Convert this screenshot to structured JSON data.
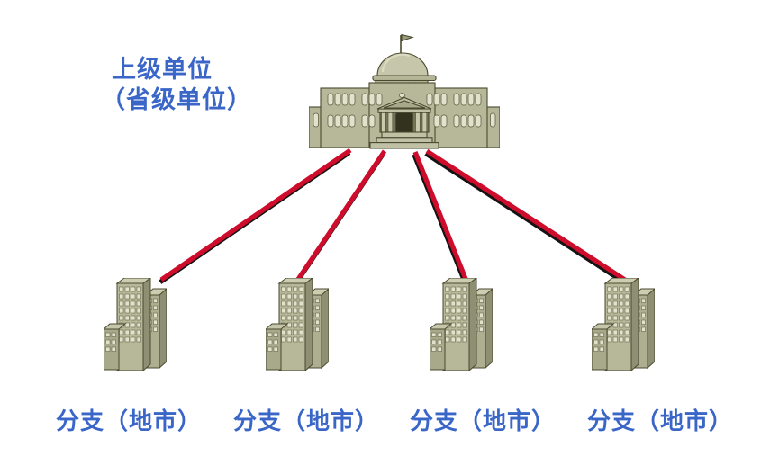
{
  "diagram": {
    "background": "#FFFFFF",
    "hq_node": {
      "icon": "government-building",
      "label_line1": "上级单位",
      "label_line2": "（省级单位）"
    },
    "branch_nodes": [
      {
        "icon": "office-building",
        "label": "分支（地市）"
      },
      {
        "icon": "office-building",
        "label": "分支（地市）"
      },
      {
        "icon": "office-building",
        "label": "分支（地市）"
      },
      {
        "icon": "office-building",
        "label": "分支（地市）"
      }
    ],
    "connections": [
      {
        "from": "hq",
        "to": "branch-1"
      },
      {
        "from": "hq",
        "to": "branch-2"
      },
      {
        "from": "hq",
        "to": "branch-3"
      },
      {
        "from": "hq",
        "to": "branch-4"
      }
    ],
    "colors": {
      "label_text": "#3A66C8",
      "connector": "#CE0C2B",
      "connector_shadow": "#141414",
      "building_body": "#B7B799",
      "building_top": "#CDCDB1",
      "building_side": "#8F8F73",
      "building_outline": "#4A4A30",
      "window": "#E2E2CC",
      "door": "#32321F"
    }
  }
}
